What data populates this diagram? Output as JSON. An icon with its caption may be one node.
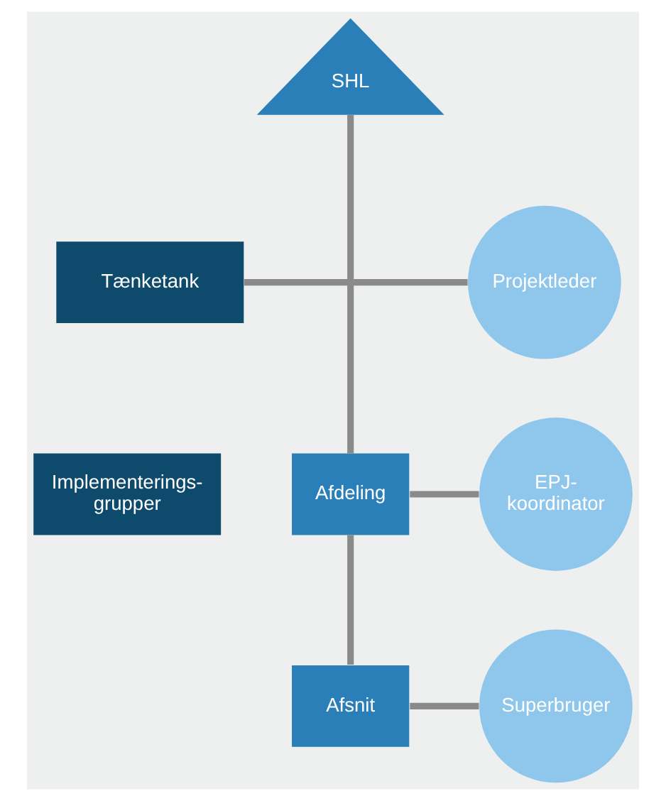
{
  "diagram": {
    "nodes": [
      {
        "text": [
          "SHL"
        ]
      },
      {
        "text": [
          "Tænketank"
        ]
      },
      {
        "text": [
          "Projektleder"
        ]
      },
      {
        "text": [
          "Implementerings- grupper"
        ]
      },
      {
        "text": [
          "Afdeling"
        ]
      },
      {
        "text": [
          "EPJ- koordinator"
        ]
      },
      {
        "text": [
          "Afsnit"
        ]
      },
      {
        "text": [
          "Superbruger"
        ]
      }
    ],
    "edges": [
      {
        "from": 0,
        "to": 4,
        "arrow": "none"
      },
      {
        "from": 1,
        "to": 2,
        "arrow": "none"
      },
      {
        "from": 4,
        "to": 5,
        "arrow": "none"
      },
      {
        "from": 4,
        "to": 6,
        "arrow": "none"
      },
      {
        "from": 6,
        "to": 7,
        "arrow": "none"
      }
    ]
  }
}
